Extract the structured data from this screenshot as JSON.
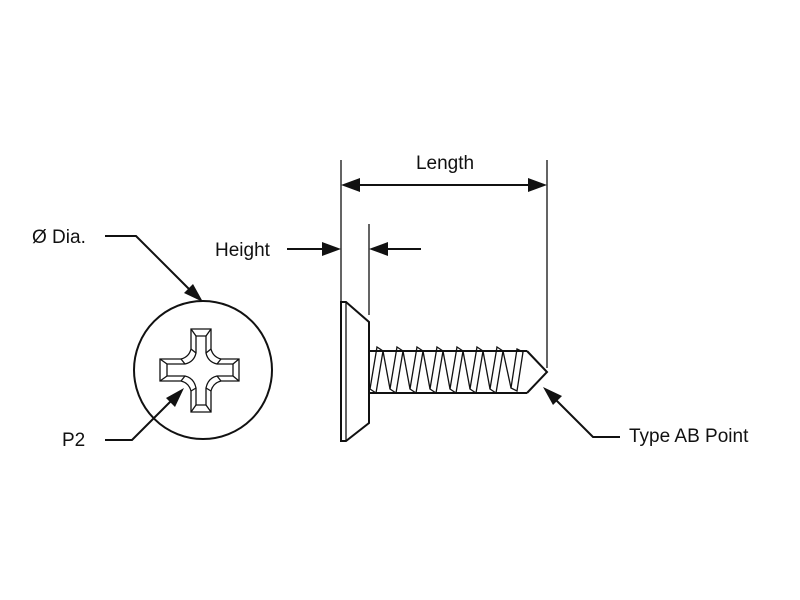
{
  "labels": {
    "length": "Length",
    "height": "Height",
    "diameter": "Ø Dia.",
    "drive": "P2",
    "point": "Type AB Point"
  },
  "colors": {
    "line": "#111111",
    "background": "#ffffff"
  }
}
